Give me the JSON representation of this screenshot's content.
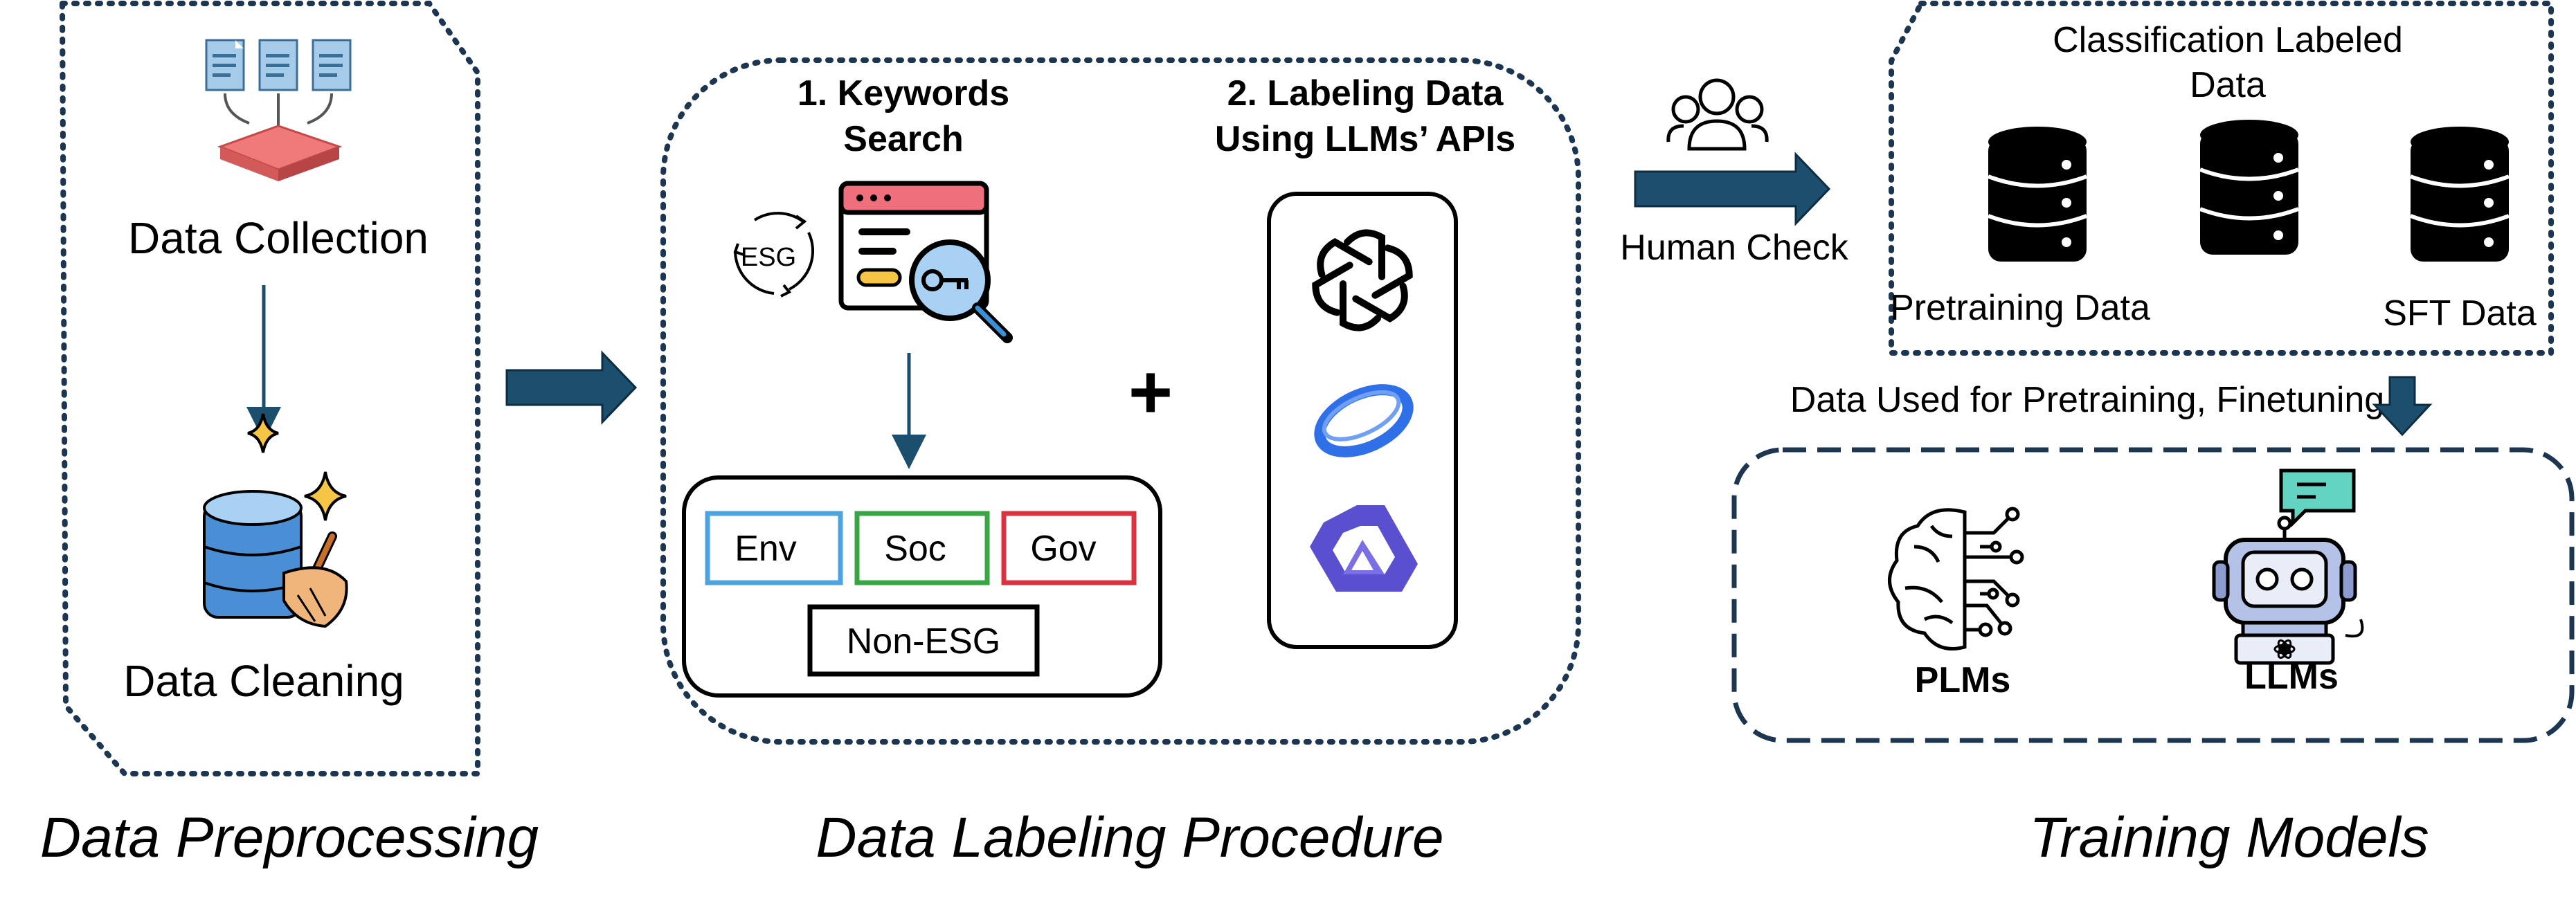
{
  "sections": {
    "preprocessing": "Data Preprocessing",
    "labeling": "Data Labeling Procedure",
    "training": "Training Models"
  },
  "preprocessing": {
    "collection_label": "Data Collection",
    "cleaning_label": "Data Cleaning"
  },
  "labeling": {
    "step1_line1": "1. Keywords",
    "step1_line2": "Search",
    "esg_icon_text": "ESG",
    "step2_line1": "2. Labeling Data",
    "step2_line2": "Using LLMs’ APIs",
    "plus": "+",
    "categories": [
      "Env",
      "Soc",
      "Gov"
    ],
    "non_esg": "Non-ESG"
  },
  "human_check": "Human Check",
  "labeled_data": {
    "title_line1": "Classification Labeled",
    "title_line2": "Data",
    "pretraining": "Pretraining Data",
    "sft": "SFT Data"
  },
  "usage_label": "Data Used for Pretraining, Finetuning",
  "models": {
    "plms": "PLMs",
    "llms": "LLMs"
  },
  "colors": {
    "arrow": "#1c4e6e",
    "env": "#4da3e0",
    "soc": "#3aa544",
    "gov": "#d9333f",
    "llm_blue": "#2f6fe8",
    "qwen_purple": "#5a4fcf"
  }
}
